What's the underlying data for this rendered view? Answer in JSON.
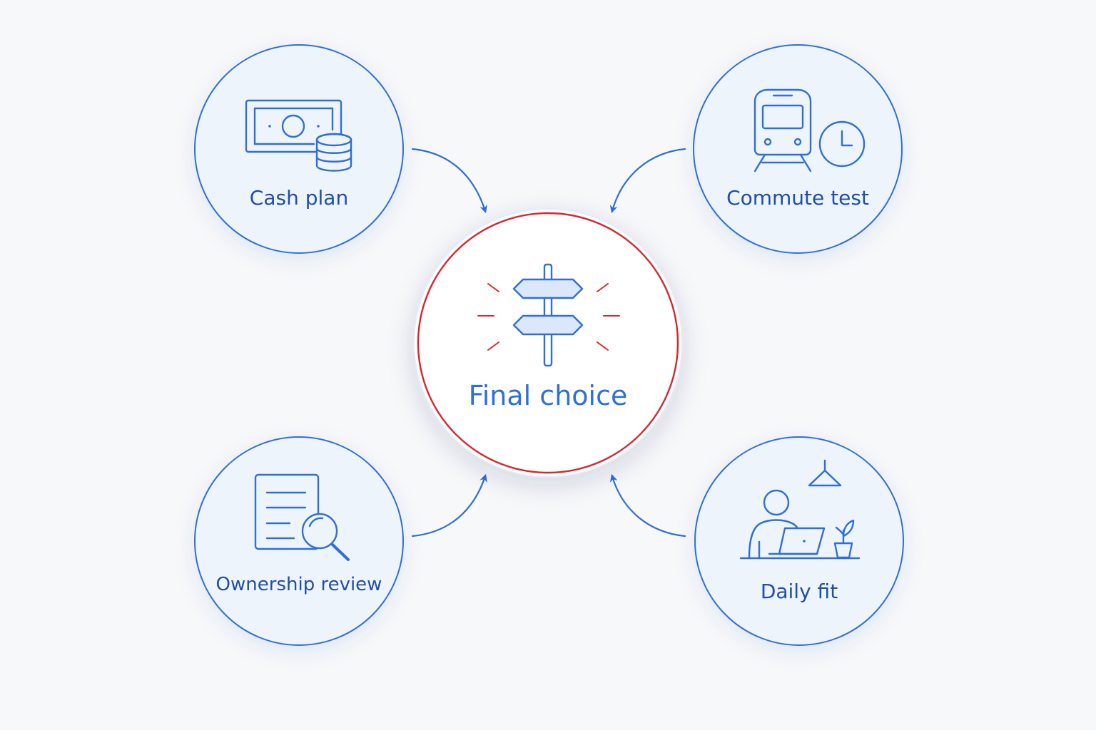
{
  "diagram": {
    "center": {
      "label": "Final choice",
      "icon": "signpost-icon",
      "ring_color": "#d9262c"
    },
    "nodes": [
      {
        "id": "cash",
        "label": "Cash plan",
        "icon": "cash-coins-icon"
      },
      {
        "id": "commute",
        "label": "Commute test",
        "icon": "train-clock-icon"
      },
      {
        "id": "ownership",
        "label": "Ownership review",
        "icon": "document-search-icon"
      },
      {
        "id": "daily",
        "label": "Daily fit",
        "icon": "person-laptop-icon"
      }
    ],
    "colors": {
      "stroke": "#2f6fd6",
      "text": "#1f4fa8",
      "circle_fill": "#eef4fc",
      "background": "#f7f8fa"
    }
  }
}
